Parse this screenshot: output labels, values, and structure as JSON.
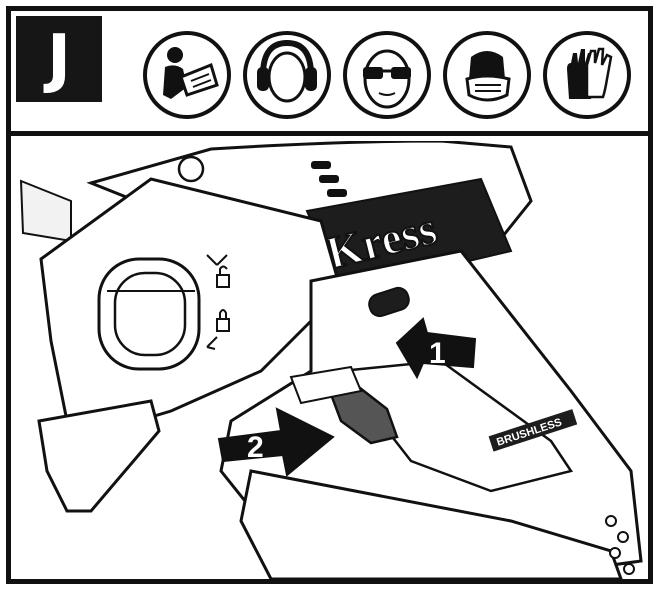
{
  "step": {
    "letter": "J"
  },
  "ppe_icons": [
    {
      "name": "read-manual-icon"
    },
    {
      "name": "ear-protection-icon"
    },
    {
      "name": "eye-protection-icon"
    },
    {
      "name": "dust-mask-icon"
    },
    {
      "name": "gloves-icon"
    }
  ],
  "tool": {
    "brand": "Kress",
    "model_label": "BRUSHLESS"
  },
  "callouts": [
    {
      "number": "1"
    },
    {
      "number": "2"
    }
  ],
  "colors": {
    "ink": "#111111",
    "paper": "#ffffff",
    "trigger": "#555555"
  }
}
